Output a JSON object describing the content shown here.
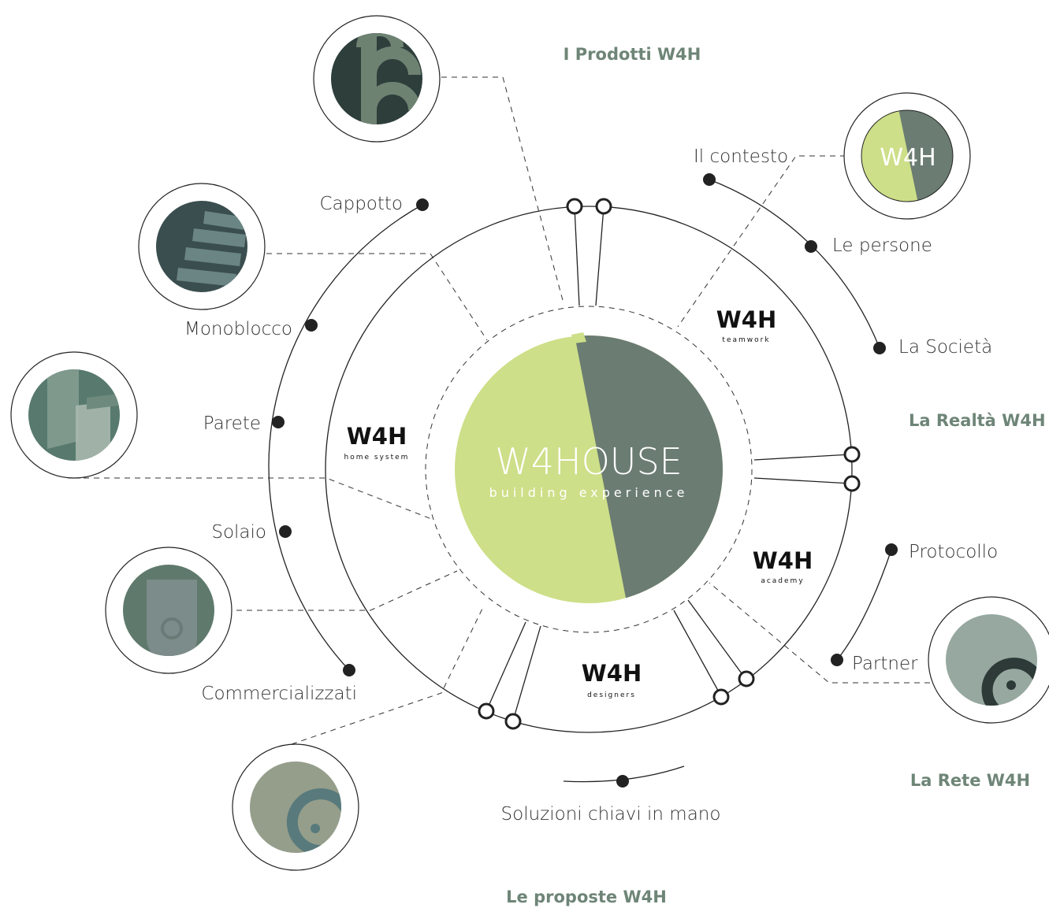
{
  "logo": {
    "main_text": "W4HOUSE",
    "tagline": "building experience",
    "colors": {
      "green": "#cddf88",
      "grey": "#6b7c72"
    }
  },
  "sections": {
    "prodotti": "I Prodotti W4H",
    "realta": "La Realtà W4H",
    "rete": "La Rete W4H",
    "proposte": "Le proposte W4H"
  },
  "brands": {
    "home_system": {
      "mark": "W4H",
      "sub": "home system"
    },
    "teamwork": {
      "mark": "W4H",
      "sub": "teamwork"
    },
    "academy": {
      "mark": "W4H",
      "sub": "academy"
    },
    "designers": {
      "mark": "W4H",
      "sub": "designers"
    }
  },
  "products": {
    "cappotto": "Cappotto",
    "monoblocco": "Monoblocco",
    "parete": "Parete",
    "solaio": "Solaio",
    "commercializzati": "Commercializzati"
  },
  "realta": {
    "contesto": "Il contesto",
    "persone": "Le persone",
    "societa": "La Società"
  },
  "rete": {
    "protocollo": "Protocollo",
    "partner": "Partner"
  },
  "proposte": {
    "soluzioni": "Soluzioni chiavi in mano"
  },
  "thumb_badge": "W4H",
  "colors": {
    "section_title": "#6e8577",
    "dark_slate": "#2d3e3b",
    "slate": "#46595a",
    "sage": "#587a6e",
    "grey_green": "#6e8272",
    "pale_grey_green": "#96a89f",
    "olive_grey": "#959e8b",
    "lime": "#cddf88"
  }
}
